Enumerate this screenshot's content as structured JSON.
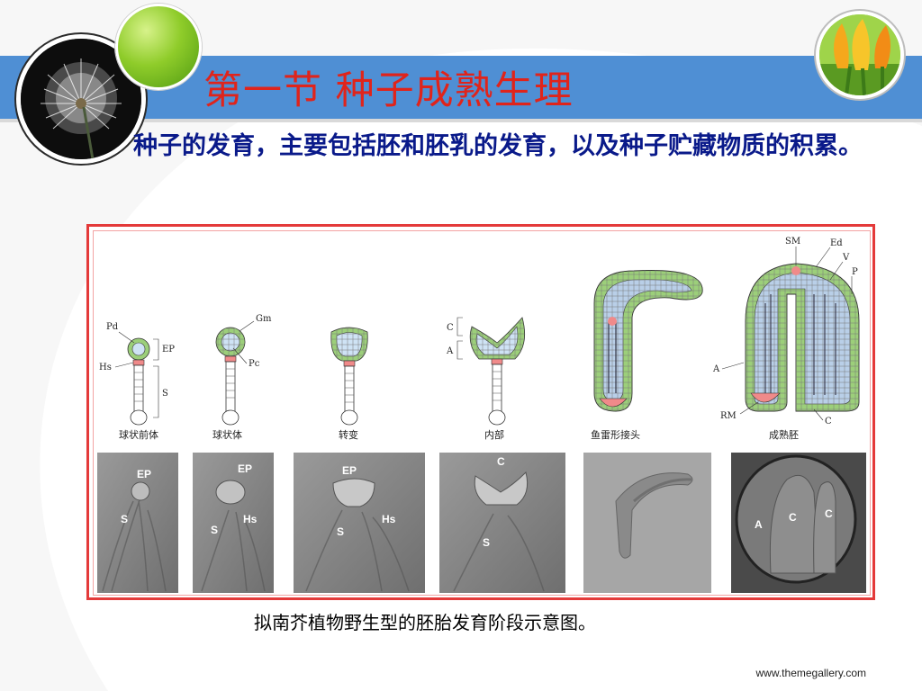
{
  "title": "第一节  种子成熟生理",
  "body_text": "种子的发育，主要包括胚和胚乳的发育，以及种子贮藏物质的积累。",
  "caption": "拟南芥植物野生型的胚胎发育阶段示意图。",
  "footer_url": "www.themegallery.com",
  "figure": {
    "stages": [
      "球状前体",
      "球状体",
      "转变",
      "内部",
      "鱼雷形接头",
      "成熟胚"
    ],
    "drawing_labels": {
      "pd": "Pd",
      "ep": "EP",
      "hs": "Hs",
      "s": "S",
      "gm": "Gm",
      "pc": "Pc",
      "c": "C",
      "a": "A",
      "sm": "SM",
      "ed": "Ed",
      "v": "V",
      "p": "P",
      "rm": "RM"
    },
    "photo_labels": {
      "p1_ep": "EP",
      "p1_s": "S",
      "p2_ep": "EP",
      "p2_s": "S",
      "p2_hs": "Hs",
      "p3_ep": "EP",
      "p3_s": "S",
      "p3_hs": "Hs",
      "p4_c": "C",
      "p4_s": "S",
      "p6_a": "A",
      "p6_c1": "C",
      "p6_c2": "C"
    }
  },
  "colors": {
    "title": "#e0241b",
    "body_text": "#0a1a8a",
    "header_band": "#4f8fd4",
    "figure_border": "#e43a3a"
  },
  "icons": [
    "dandelion-photo",
    "green-ball",
    "tulip-photo"
  ]
}
